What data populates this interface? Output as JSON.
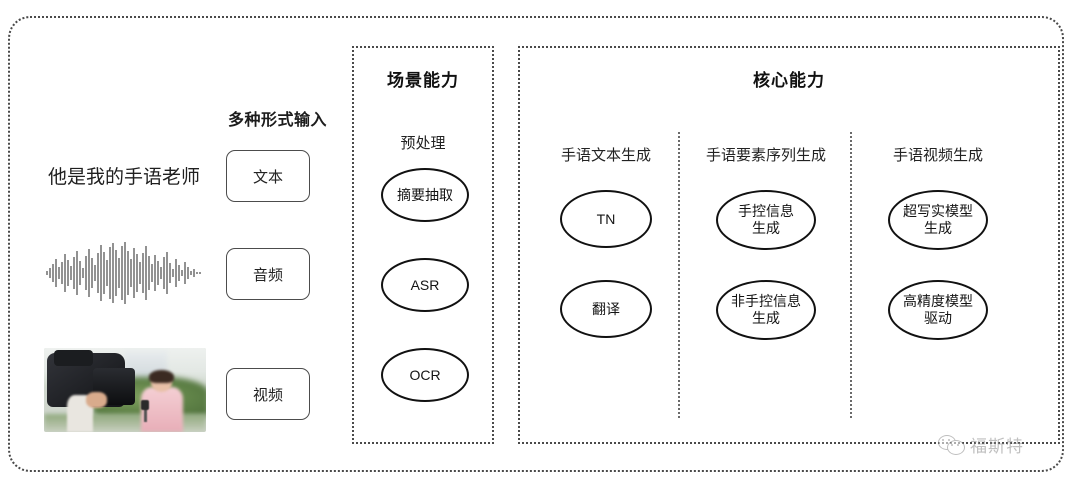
{
  "input_section": {
    "heading": "多种形式输入",
    "rows": [
      {
        "sample_text": "他是我的手语老师",
        "button_label": "文本",
        "media": "text"
      },
      {
        "sample_text": "",
        "button_label": "音频",
        "media": "waveform"
      },
      {
        "sample_text": "",
        "button_label": "视频",
        "media": "video-thumbnail"
      }
    ]
  },
  "scene_panel": {
    "title": "场景能力",
    "subtitle": "预处理",
    "nodes": [
      {
        "label": "摘要抽取"
      },
      {
        "label": "ASR"
      },
      {
        "label": "OCR"
      }
    ]
  },
  "core_panel": {
    "title": "核心能力",
    "columns": [
      {
        "title": "手语文本生成",
        "nodes": [
          {
            "label": "TN"
          },
          {
            "label": "翻译"
          }
        ]
      },
      {
        "title": "手语要素序列生成",
        "nodes": [
          {
            "label": "手控信息\n生成"
          },
          {
            "label": "非手控信息\n生成"
          }
        ]
      },
      {
        "title": "手语视频生成",
        "nodes": [
          {
            "label": "超写实模型\n生成"
          },
          {
            "label": "高精度模型\n驱动"
          }
        ]
      }
    ]
  },
  "watermark": {
    "text": "福斯特",
    "icon": "wechat-icon"
  },
  "colors": {
    "frame": "#4a4a4a",
    "node_stroke": "#111111",
    "text": "#1a1a1a",
    "watermark": "#8c8c8c"
  }
}
